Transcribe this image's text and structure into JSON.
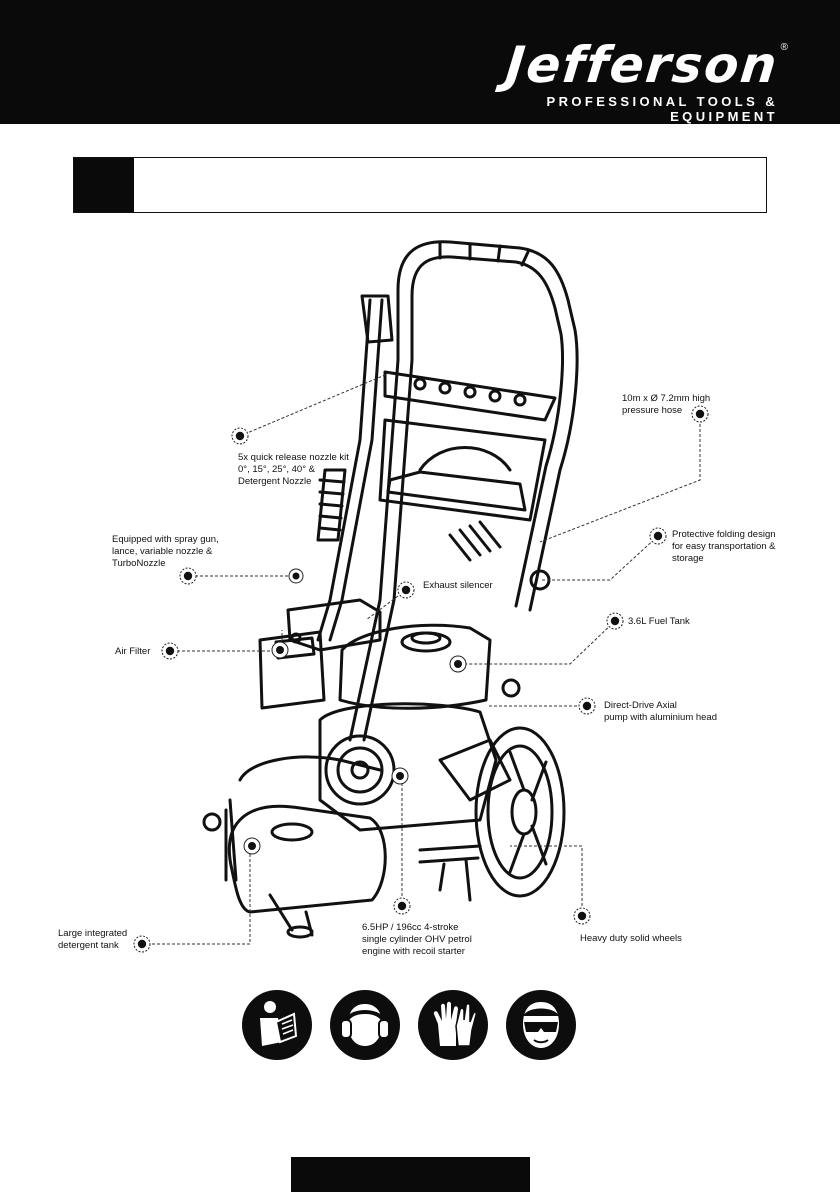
{
  "brand": {
    "name": "Jefferson",
    "registered": "®",
    "tagline": "PROFESSIONAL TOOLS & EQUIPMENT"
  },
  "title": "",
  "callouts": {
    "nozzle_kit": "5x quick release nozzle kit\n0°, 15°, 25°, 40° &\nDetergent Nozzle",
    "spray_gun": "Equipped with spray gun,\nlance, variable nozzle &\nTurboNozzle",
    "air_filter": "Air Filter",
    "exhaust": "Exhaust silencer",
    "hose": "10m x Ø 7.2mm high\npressure hose",
    "folding": "Protective folding design\nfor easy transportation &\nstorage",
    "fuel_tank": "3.6L Fuel Tank",
    "pump": "Direct-Drive Axial\npump with aluminium head",
    "detergent_tank": "Large integrated\ndetergent tank",
    "engine": "6.5HP / 196cc 4-stroke\nsingle cylinder OHV petrol\nengine with recoil starter",
    "wheels": "Heavy duty solid wheels"
  },
  "safety_icons": [
    "read-manual-icon",
    "ear-protection-icon",
    "gloves-icon",
    "eye-protection-icon"
  ],
  "page_number": ""
}
